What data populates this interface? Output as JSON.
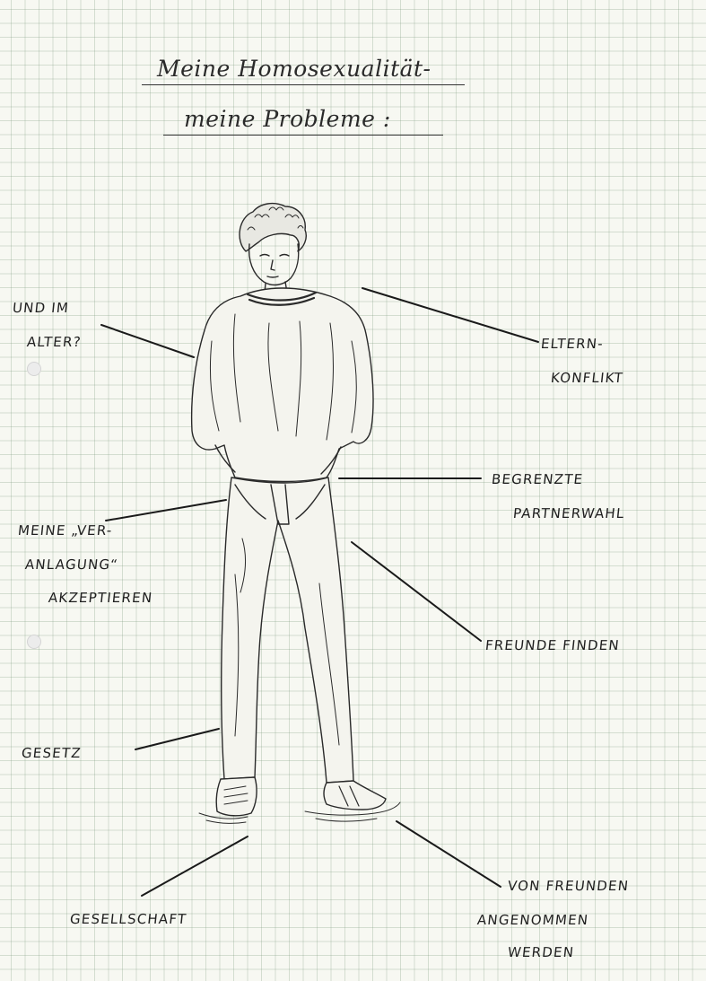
{
  "title": {
    "line1": "Meine Homosexualität-",
    "line2": "meine Probleme :"
  },
  "labels": {
    "und_im": "UND IM",
    "alter": "ALTER?",
    "eltern": "ELTERN-",
    "konflikt": "KONFLIKT",
    "begrenzte": "BEGRENZTE",
    "partnerwahl": "PARTNERWAHL",
    "meine_ver": "MEINE „VER-",
    "anlagung": "ANLAGUNG“",
    "akzeptieren": "AKZEPTIEREN",
    "freunde_finden": "FREUNDE FINDEN",
    "gesetz": "GESETZ",
    "gesellschaft": "GESELLSCHAFT",
    "von_freunden": "VON FREUNDEN",
    "angenommen": "ANGENOMMEN",
    "werden": "WERDEN"
  }
}
